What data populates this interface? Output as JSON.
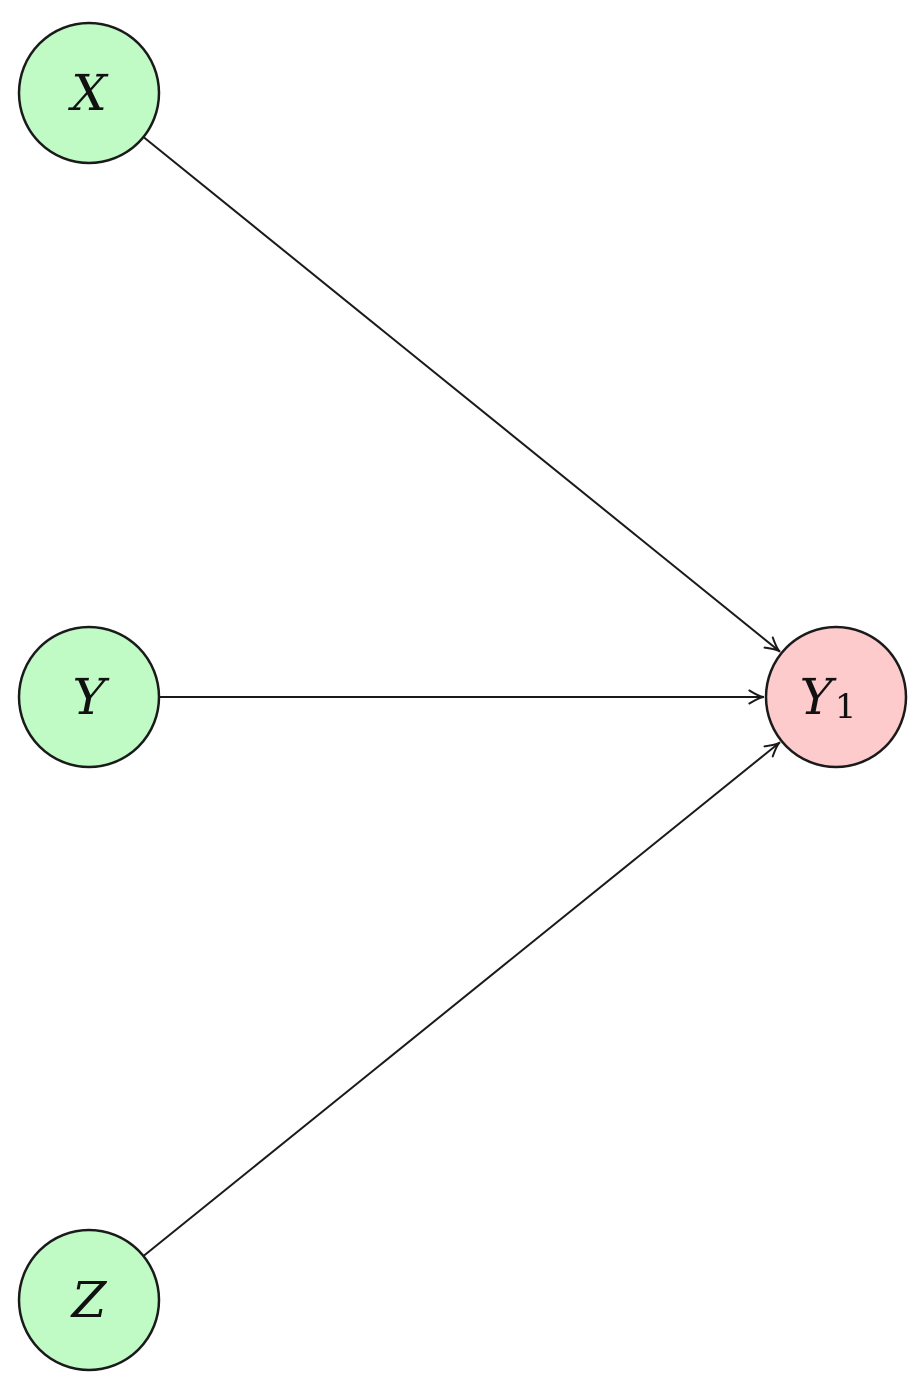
{
  "colors": {
    "input_fill": "#c0fbc6",
    "output_fill": "#fdcbcb",
    "stroke": "#1a1a1a"
  },
  "nodes": [
    {
      "id": "X",
      "label": "X",
      "subscript": "",
      "role": "input"
    },
    {
      "id": "Y",
      "label": "Y",
      "subscript": "",
      "role": "input"
    },
    {
      "id": "Z",
      "label": "Z",
      "subscript": "",
      "role": "input"
    },
    {
      "id": "Y1",
      "label": "Y",
      "subscript": "1",
      "role": "output"
    }
  ],
  "edges": [
    {
      "from": "X",
      "to": "Y1"
    },
    {
      "from": "Y",
      "to": "Y1"
    },
    {
      "from": "Z",
      "to": "Y1"
    }
  ]
}
